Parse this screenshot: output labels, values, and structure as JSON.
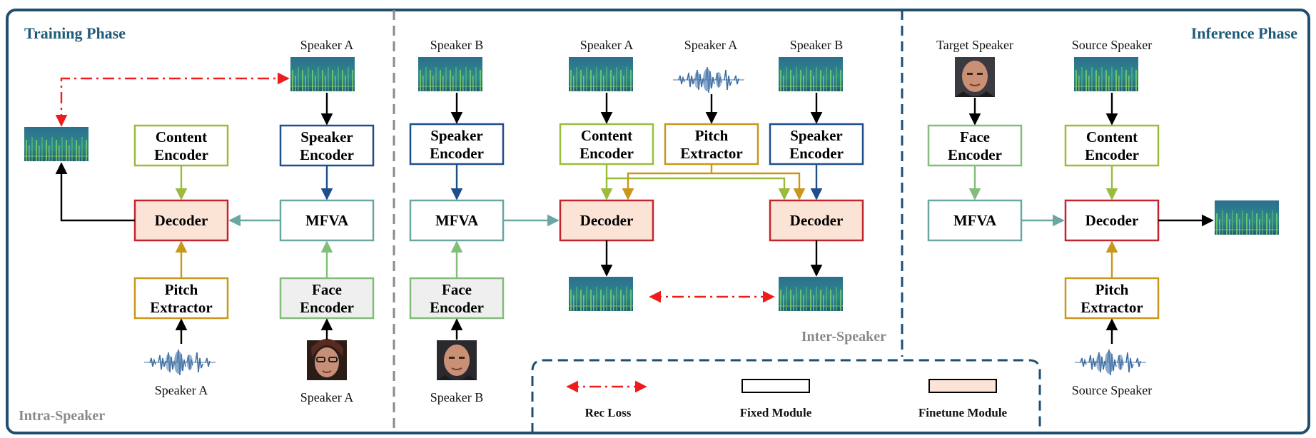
{
  "phases": {
    "training": "Training Phase",
    "inference": "Inference Phase",
    "intra": "Intra-Speaker",
    "inter": "Inter-Speaker"
  },
  "modules": {
    "content_encoder": [
      "Content",
      "Encoder"
    ],
    "speaker_encoder": [
      "Speaker",
      "Encoder"
    ],
    "pitch_extractor": [
      "Pitch",
      "Extractor"
    ],
    "face_encoder": [
      "Face",
      "Encoder"
    ],
    "decoder": "Decoder",
    "mfva": "MFVA"
  },
  "labels": {
    "speaker_a": "Speaker A",
    "speaker_b": "Speaker B",
    "target_speaker": "Target Speaker",
    "source_speaker": "Source Speaker"
  },
  "legend": {
    "rec_loss": "Rec Loss",
    "fixed": "Fixed Module",
    "finetune": "Finetune Module"
  },
  "colors": {
    "frame": "#1f4e6e",
    "content": "#9bbb3c",
    "speaker": "#1f4e8c",
    "pitch": "#c8971c",
    "face": "#82bd7a",
    "mfva": "#6aa7a3",
    "decoder_border": "#c0262e",
    "decoder_fill": "#fbe3d6",
    "rec_loss": "#ee1c1c"
  }
}
